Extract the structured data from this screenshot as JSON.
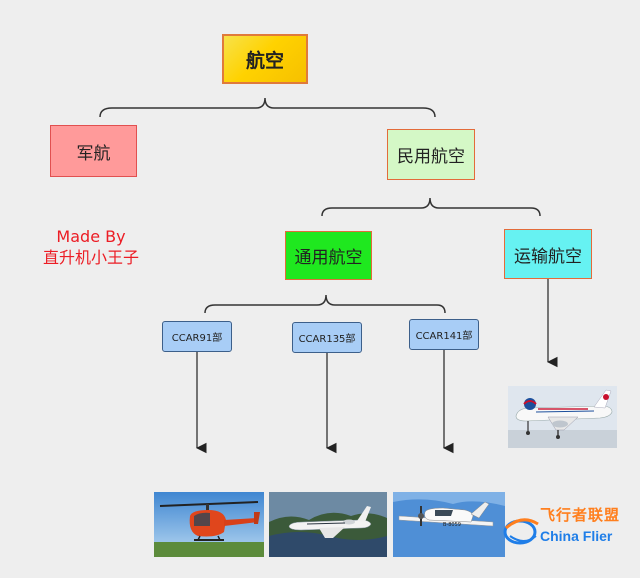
{
  "nodes": {
    "root": "航空",
    "military": "军航",
    "civil": "民用航空",
    "general": "通用航空",
    "transport": "运输航空",
    "ccar91": "CCAR91部",
    "ccar135": "CCAR135部",
    "ccar141": "CCAR141部"
  },
  "credit": {
    "line1": "Made By",
    "line2": "直升机小王子"
  },
  "watermark": {
    "cn": "飞行者联盟",
    "en": "China Flier"
  },
  "colors": {
    "root_fill": "#ffd200",
    "military_fill": "#ff9a9a",
    "civil_fill": "#d4f8c6",
    "general_fill": "#1fe81f",
    "transport_fill": "#66f2f2",
    "ccar_fill": "#a8cdf6",
    "credit_text": "#ec1c24",
    "connector": "#222222"
  },
  "icons": [
    "airliner-photo",
    "helicopter-photo",
    "business-jet-photo",
    "propeller-plane-photo",
    "watermark-logo-icon"
  ]
}
